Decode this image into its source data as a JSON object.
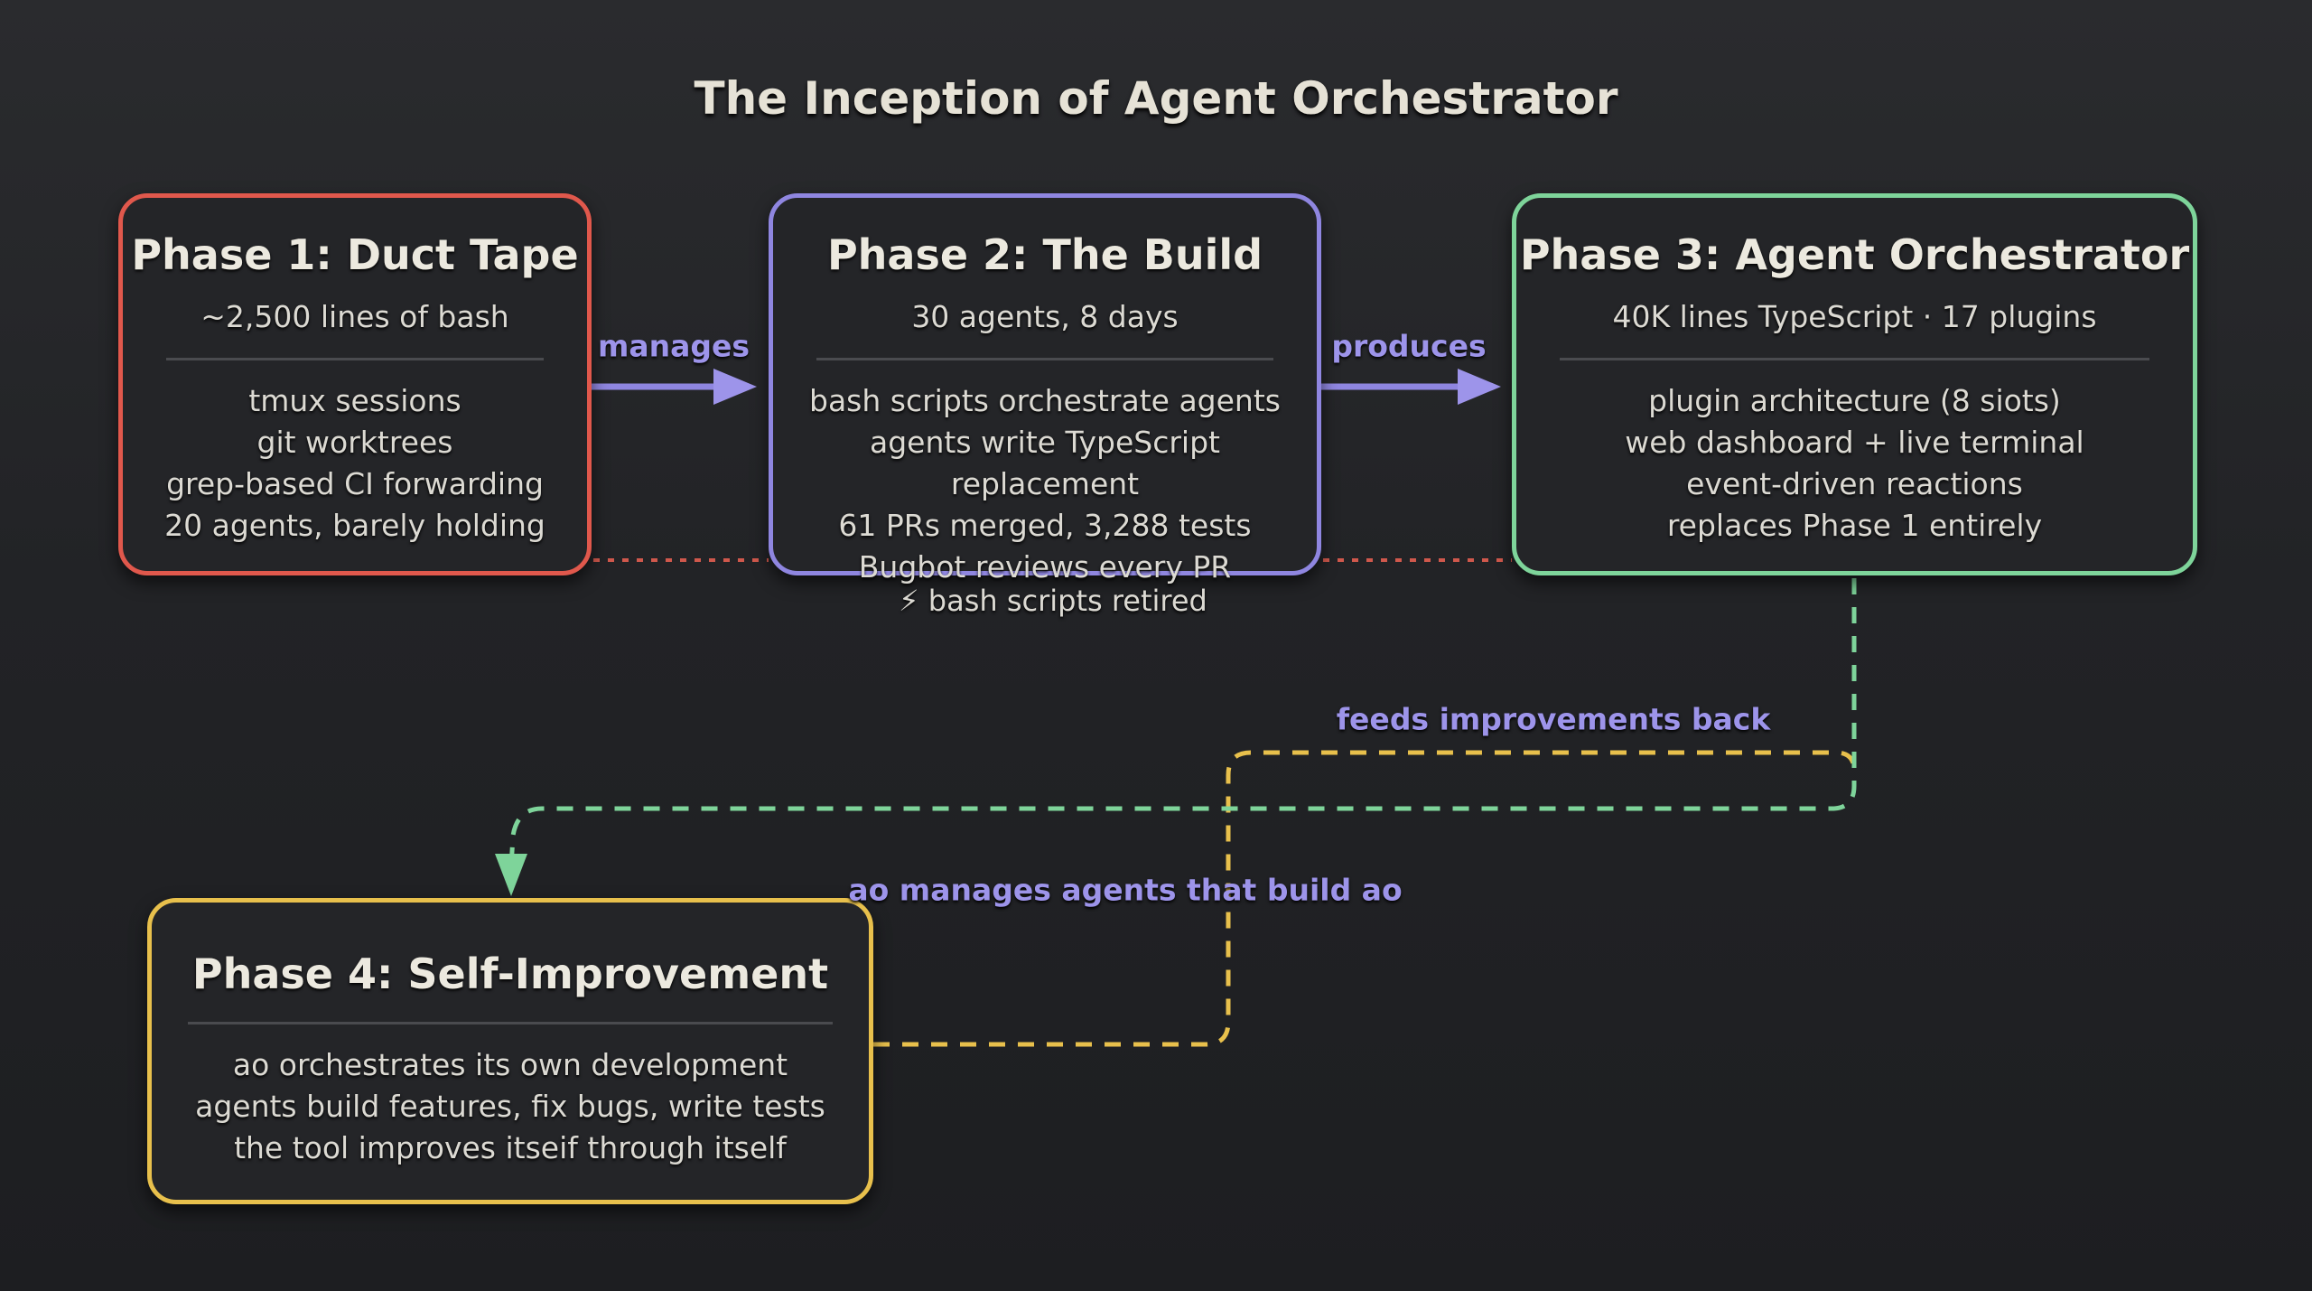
{
  "title": "The Inception of Agent Orchestrator",
  "phases": [
    {
      "title": "Phase 1: Duct Tape",
      "subtitle": "~2,500 lines of bash",
      "items": [
        "tmux sessions",
        "git worktrees",
        "grep-based CI forwarding",
        "20 agents, barely holding"
      ],
      "color": "#e0584c"
    },
    {
      "title": "Phase 2: The Build",
      "subtitle": "30 agents, 8 days",
      "items": [
        "bash scripts orchestrate agents",
        "agents write TypeScript replacement",
        "61 PRs merged, 3,288 tests",
        "Bugbot reviews every PR"
      ],
      "color": "#8f86e0"
    },
    {
      "title": "Phase 3: Agent Orchestrator",
      "subtitle": "40K lines TypeScript · 17 plugins",
      "items": [
        "plugin architecture (8 siots)",
        "web dashboard + live terminal",
        "event-driven reactions",
        "replaces Phase 1 entirely"
      ],
      "color": "#7ed49a"
    },
    {
      "title": "Phase 4: Self-Improvement",
      "items": [
        "ao orchestrates its own development",
        "agents build features, fix bugs, write tests",
        "the tool improves itseif through itself"
      ],
      "color": "#e8c04c"
    }
  ],
  "edges": {
    "manages": "manages",
    "produces": "produces",
    "retired": "⚡ bash scripts retired",
    "feeds_back": "feeds improvements back",
    "self_loop": "ao manages agents that build ao"
  }
}
